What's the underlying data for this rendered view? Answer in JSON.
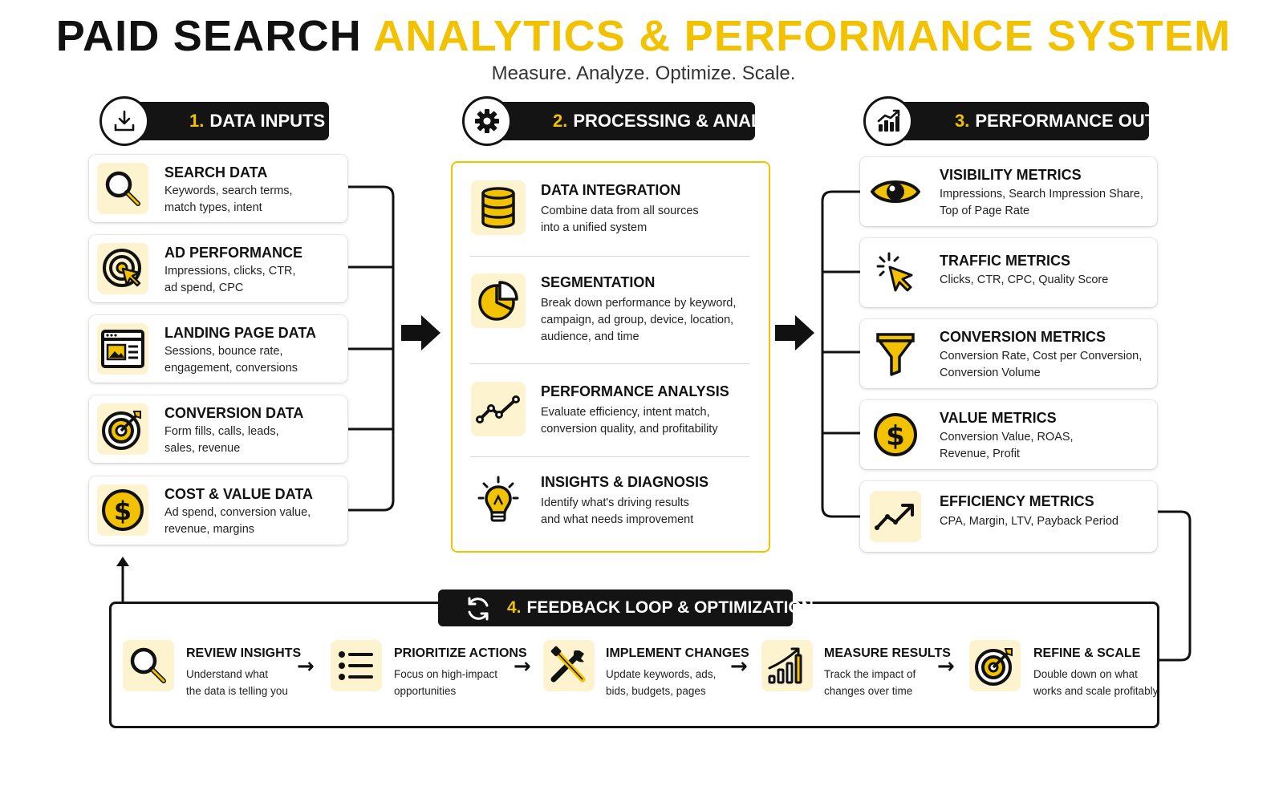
{
  "header": {
    "title_dark": "PAID SEARCH",
    "title_accent": "ANALYTICS & PERFORMANCE SYSTEM",
    "subtitle": "Measure. Analyze. Optimize. Scale."
  },
  "sections": {
    "inputs": {
      "number": "1.",
      "label": "DATA INPUTS"
    },
    "processing": {
      "number": "2.",
      "label": "PROCESSING & ANALYSIS"
    },
    "outputs": {
      "number": "3.",
      "label": "PERFORMANCE OUTPUTS"
    },
    "feedback": {
      "number": "4.",
      "label": "FEEDBACK LOOP & OPTIMIZATION"
    }
  },
  "inputs": [
    {
      "title": "SEARCH DATA",
      "line1": "Keywords, search terms,",
      "line2": "match types, intent",
      "icon": "magnifier-icon"
    },
    {
      "title": "AD PERFORMANCE",
      "line1": "Impressions, clicks, CTR,",
      "line2": "ad spend, CPC",
      "icon": "target-cursor-icon"
    },
    {
      "title": "LANDING PAGE DATA",
      "line1": "Sessions, bounce rate,",
      "line2": "engagement, conversions",
      "icon": "browser-window-icon"
    },
    {
      "title": "CONVERSION DATA",
      "line1": "Form fills, calls, leads,",
      "line2": "sales, revenue",
      "icon": "bullseye-icon"
    },
    {
      "title": "COST & VALUE DATA",
      "line1": "Ad spend, conversion value,",
      "line2": "revenue, margins",
      "icon": "dollar-coin-icon"
    }
  ],
  "processing": [
    {
      "title": "DATA INTEGRATION",
      "lines": [
        "Combine data from all sources",
        "into a unified system"
      ],
      "icon": "database-icon"
    },
    {
      "title": "SEGMENTATION",
      "lines": [
        "Break down performance by keyword,",
        "campaign, ad group, device, location,",
        "audience, and time"
      ],
      "icon": "pie-chart-icon"
    },
    {
      "title": "PERFORMANCE ANALYSIS",
      "lines": [
        "Evaluate efficiency, intent match,",
        "conversion quality, and profitability"
      ],
      "icon": "trend-line-icon"
    },
    {
      "title": "INSIGHTS & DIAGNOSIS",
      "lines": [
        "Identify what's driving results",
        "and what needs improvement"
      ],
      "icon": "lightbulb-icon"
    }
  ],
  "outputs": [
    {
      "title": "VISIBILITY METRICS",
      "line1": "Impressions, Search Impression Share,",
      "line2": "Top of Page Rate",
      "icon": "eye-icon"
    },
    {
      "title": "TRAFFIC METRICS",
      "line1": "Clicks, CTR, CPC, Quality Score",
      "line2": "",
      "icon": "click-cursor-icon"
    },
    {
      "title": "CONVERSION METRICS",
      "line1": "Conversion Rate, Cost per Conversion,",
      "line2": "Conversion Volume",
      "icon": "funnel-icon"
    },
    {
      "title": "VALUE METRICS",
      "line1": "Conversion Value, ROAS,",
      "line2": "Revenue, Profit",
      "icon": "dollar-coin-icon"
    },
    {
      "title": "EFFICIENCY METRICS",
      "line1": "CPA, Margin, LTV, Payback Period",
      "line2": "",
      "icon": "trend-up-arrow-icon"
    }
  ],
  "feedback": [
    {
      "title": "REVIEW INSIGHTS",
      "line1": "Understand what",
      "line2": "the data is telling you",
      "icon": "magnifier-icon"
    },
    {
      "title": "PRIORITIZE ACTIONS",
      "line1": "Focus on high-impact",
      "line2": "opportunities",
      "icon": "list-icon"
    },
    {
      "title": "IMPLEMENT CHANGES",
      "line1": "Update keywords, ads,",
      "line2": "bids, budgets, pages",
      "icon": "tools-icon"
    },
    {
      "title": "MEASURE RESULTS",
      "line1": "Track the impact of",
      "line2": "changes over time",
      "icon": "bar-chart-icon"
    },
    {
      "title": "REFINE & SCALE",
      "line1": "Double down on what",
      "line2": "works and scale profitably",
      "icon": "bullseye-icon"
    }
  ],
  "colors": {
    "accent": "#f2c200",
    "dark": "#141414",
    "icon_bg": "#fdf3cf"
  }
}
